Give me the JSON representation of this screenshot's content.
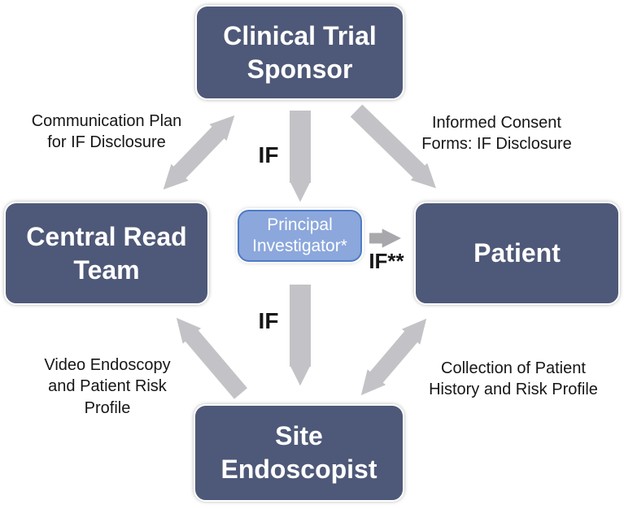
{
  "diagram": {
    "nodes": {
      "sponsor": {
        "lines": [
          "Clinical Trial",
          "Sponsor"
        ]
      },
      "central_read": {
        "lines": [
          "Central Read",
          "Team"
        ]
      },
      "patient": {
        "lines": [
          "Patient"
        ]
      },
      "site_endoscopist": {
        "lines": [
          "Site",
          "Endoscopist"
        ]
      },
      "principal_investigator": {
        "lines": [
          "Principal",
          "Investigator*"
        ]
      }
    },
    "edge_labels": {
      "sponsor_central": {
        "lines": [
          "Communication Plan",
          "for IF Disclosure"
        ],
        "arrow": "bidirectional"
      },
      "sponsor_pi": {
        "label": "IF",
        "arrow": "one-way-down"
      },
      "sponsor_patient": {
        "lines": [
          "Informed Consent",
          "Forms: IF Disclosure"
        ],
        "arrow": "one-way-to-patient"
      },
      "pi_patient": {
        "label": "IF**",
        "arrow": "one-way-to-patient"
      },
      "pi_site": {
        "label": "IF",
        "arrow": "one-way-down"
      },
      "site_central": {
        "lines": [
          "Video Endoscopy",
          "and Patient Risk",
          "Profile"
        ],
        "arrow": "one-way-to-central-read"
      },
      "patient_site": {
        "lines": [
          "Collection of Patient",
          "History and Risk Profile"
        ],
        "arrow": "bidirectional"
      }
    },
    "colors": {
      "background": "#ffffff",
      "node_fill": "#4e5878",
      "node_text": "#ffffff",
      "pi_fill": "#8ba7dc",
      "pi_border": "#4f7bc4",
      "pi_text": "#ffffff",
      "arrow": "#c3c3c7",
      "arrow_small": "#a8a8ac",
      "label_text": "#161616"
    }
  }
}
